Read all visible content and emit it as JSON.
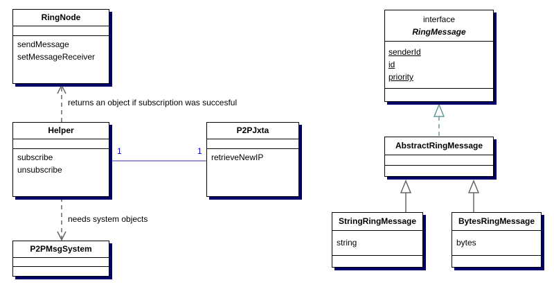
{
  "classes": {
    "ringnode": {
      "name": "RingNode",
      "attributes": [],
      "operations": [
        "sendMessage",
        "setMessageReceiver"
      ]
    },
    "helper": {
      "name": "Helper",
      "attributes": [],
      "operations": [
        "subscribe",
        "unsubscribe"
      ]
    },
    "p2pjxta": {
      "name": "P2PJxta",
      "attributes": [],
      "operations": [
        "retrieveNewIP"
      ]
    },
    "p2pmsgsystem": {
      "name": "P2PMsgSystem",
      "attributes": [],
      "operations": []
    },
    "ringmessage": {
      "stereotype": "interface",
      "name": "RingMessage",
      "attributes": [
        "senderId",
        "id",
        "priority"
      ],
      "operations": []
    },
    "abstractringmessage": {
      "name": "AbstractRingMessage",
      "attributes": [],
      "operations": []
    },
    "stringringmessage": {
      "name": "StringRingMessage",
      "attributes": [
        "string"
      ],
      "operations": []
    },
    "bytesringmessage": {
      "name": "BytesRingMessage",
      "attributes": [
        "bytes"
      ],
      "operations": []
    }
  },
  "relations": {
    "helper_ringnode": {
      "type": "dependency",
      "label": "returns an object if subscription was succesful"
    },
    "helper_p2pmsgsystem": {
      "type": "dependency",
      "label": "needs system objects"
    },
    "helper_p2pjxta": {
      "type": "association",
      "mult_from": "1",
      "mult_to": "1"
    },
    "abstract_ringmessage": {
      "type": "realization"
    },
    "string_abstract": {
      "type": "generalization"
    },
    "bytes_abstract": {
      "type": "generalization"
    }
  },
  "colors": {
    "shadow": "#000066",
    "association": "#3333aa",
    "realization": "#669999",
    "multiplicity": "#0000cc"
  }
}
